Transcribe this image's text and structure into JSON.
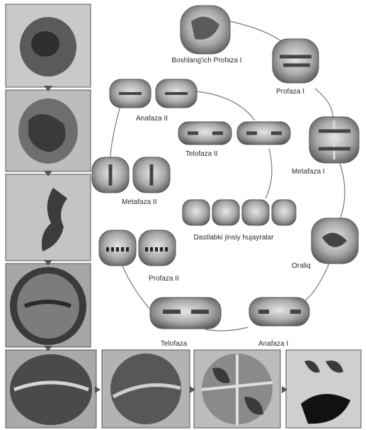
{
  "labels": {
    "boshlangich_profaza1": "Boshlang'ich Profaza I",
    "profaza1": "Profaza I",
    "metafaza1": "Metafaza I",
    "oraliq": "Oraliq",
    "anafaza1": "Anafaza I",
    "telofaza1": "Telofaza",
    "profaza2": "Profaza II",
    "metafaza2": "Metafaza II",
    "anafaza2": "Anafaza II",
    "telofaza2": "Telofaza II",
    "dastlabki": "Dastlabki jinsiy hujayralar"
  },
  "colors": {
    "cell_outer": "#8a8a8a",
    "cell_inner": "#c8c8c8",
    "chromatin": "#4a4a4a",
    "photo_bg": "#b8b8b8",
    "photo_dark": "#333333",
    "arrow": "#666666"
  }
}
